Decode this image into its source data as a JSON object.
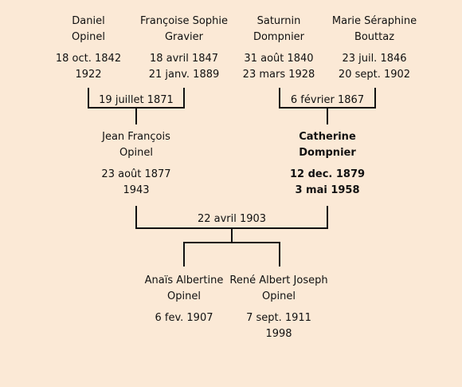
{
  "grandparents": [
    {
      "first": "Daniel",
      "last": "Opinel",
      "birth": "18 oct. 1842",
      "death": "1922"
    },
    {
      "first": "Françoise Sophie",
      "last": "Gravier",
      "birth": "18 avril 1847",
      "death": "21 janv. 1889"
    },
    {
      "first": "Saturnin",
      "last": "Dompnier",
      "birth": "31 août 1840",
      "death": "23 mars 1928"
    },
    {
      "first": "Marie Séraphine",
      "last": "Bouttaz",
      "birth": "23 juil. 1846",
      "death": "20 sept. 1902"
    }
  ],
  "marriages": {
    "left": "19 juillet 1871",
    "right": "6 février 1867",
    "center": "22 avril 1903"
  },
  "parents": [
    {
      "first": "Jean François",
      "last": "Opinel",
      "birth": "23 août 1877",
      "death": "1943"
    },
    {
      "first": "Catherine",
      "last": "Dompnier",
      "birth": "12 dec. 1879",
      "death": "3 mai 1958"
    }
  ],
  "children": [
    {
      "first": "Anaïs Albertine",
      "last": "Opinel",
      "birth": "6 fev. 1907",
      "death": ""
    },
    {
      "first": "René Albert Joseph",
      "last": "Opinel",
      "birth": "7 sept. 1911",
      "death": "1998"
    }
  ]
}
